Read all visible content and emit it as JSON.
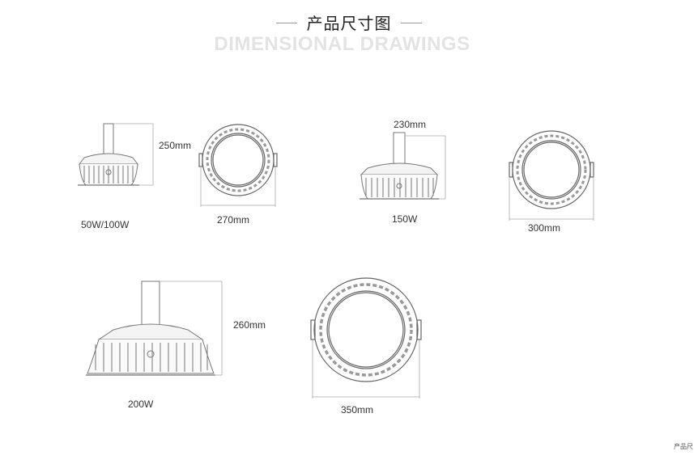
{
  "header": {
    "title_cn": "产品尺寸图",
    "title_en": "DIMENSIONAL DRAWINGS"
  },
  "drawings": {
    "d1": {
      "height_label": "250mm",
      "width_label": "270mm",
      "model_label": "50W/100W"
    },
    "d2": {
      "height_label": "230mm",
      "width_label": "300mm",
      "model_label": "150W"
    },
    "d3": {
      "height_label": "260mm",
      "width_label": "350mm",
      "model_label": "200W"
    }
  },
  "footer": {
    "corner_text": "产品尺"
  }
}
